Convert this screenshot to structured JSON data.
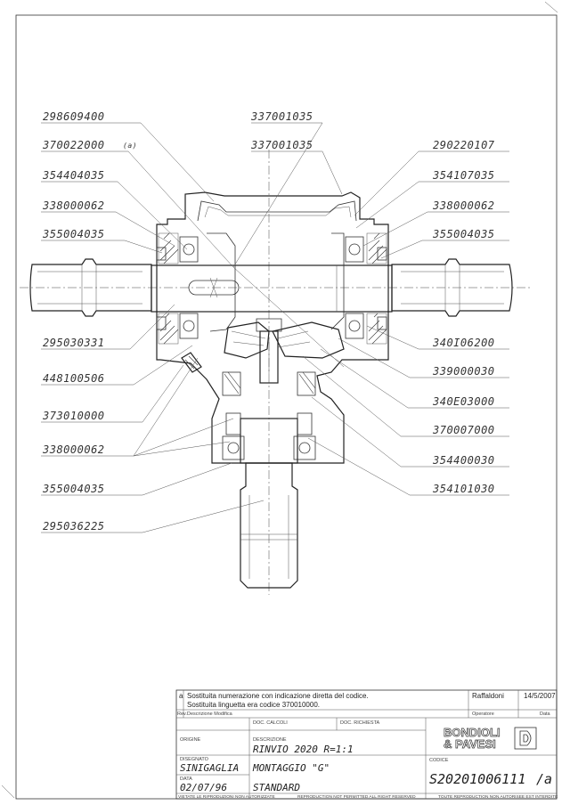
{
  "drawing": {
    "left_callouts": [
      {
        "code": "298609400",
        "suffix": ""
      },
      {
        "code": "370022000",
        "suffix": "(a)"
      },
      {
        "code": "354404035",
        "suffix": ""
      },
      {
        "code": "338000062",
        "suffix": ""
      },
      {
        "code": "355004035",
        "suffix": ""
      },
      {
        "code": "295030331",
        "suffix": ""
      },
      {
        "code": "448100506",
        "suffix": ""
      },
      {
        "code": "373010000",
        "suffix": ""
      },
      {
        "code": "338000062",
        "suffix": ""
      },
      {
        "code": "355004035",
        "suffix": ""
      },
      {
        "code": "295036225",
        "suffix": ""
      }
    ],
    "top_callouts": [
      "337001035",
      "337001035"
    ],
    "right_callouts": [
      "290220107",
      "354107035",
      "338000062",
      "355004035",
      "340I06200",
      "339000030",
      "340E03000",
      "370007000",
      "354400030",
      "354101030"
    ]
  },
  "title_block": {
    "revision": {
      "letter": "a",
      "line1": "Sostituita numerazione con indicazione diretta del codice.",
      "line2": "Sostituita linguetta era codice 370010000.",
      "operator": "Raffaldoni",
      "date": "14/5/2007"
    },
    "rev_header": {
      "rev": "Rev.",
      "description": "Descrizione Modifica",
      "operator": "Operatore",
      "date": "Data"
    },
    "doc_calcoli_label": "DOC. CALCOLI",
    "doc_richiesta_label": "DOC. RICHIESTA",
    "origine_label": "ORIGINE",
    "descrizione_label": "DESCRIZIONE",
    "description_line1": "RINVIO 2020 R=1:1",
    "description_line2": "MONTAGGIO \"G\"",
    "description_line3": "STANDARD",
    "disegnato_label": "DISEGNATO",
    "drawn_by": "SINIGAGLIA",
    "data_label": "DATA",
    "drawn_date": "02/07/96",
    "company_line1": "BONDIOLI",
    "company_line2": "& PAVESI",
    "codice_label": "CODICE",
    "code": "S20201006111",
    "code_rev": "/a",
    "footer": [
      "VIETATE LE RIPRODUZIONI NON AUTORIZZATE",
      "REPRODUCTION NOT PERMITTED ALL RIGHT RESERVED",
      "TOUTE REPRODUCTION NON AUTORISEE EST INTERDITE"
    ]
  }
}
